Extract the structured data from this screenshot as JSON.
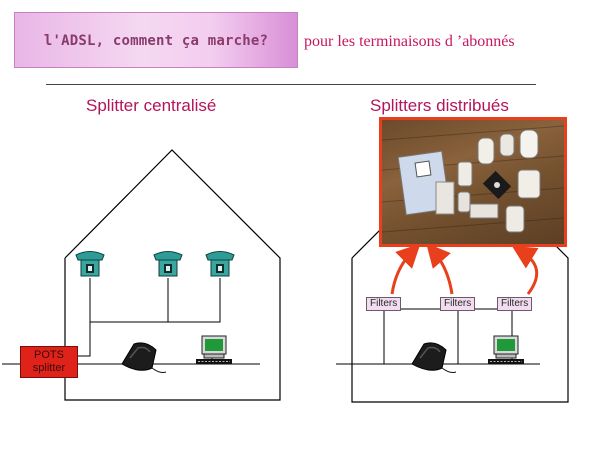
{
  "banner": {
    "text": "l'ADSL, comment ça marche?"
  },
  "subtitle": "pour les terminaisons d ’abonnés",
  "left_panel": {
    "heading": "Splitter centralisé",
    "pots_label": "POTS splitter"
  },
  "right_panel": {
    "heading": "Splitters distribués",
    "filters": [
      "Filters",
      "Filters",
      "Filters"
    ]
  },
  "colors": {
    "heading": "#b3145a",
    "subtitle": "#c6185f",
    "arrow": "#e8401c",
    "pots": "#e0231a",
    "phone": "#2e9c96"
  },
  "icons": [
    "telephone-icon",
    "adsl-modem-icon",
    "computer-icon",
    "curved-arrow-icon"
  ]
}
